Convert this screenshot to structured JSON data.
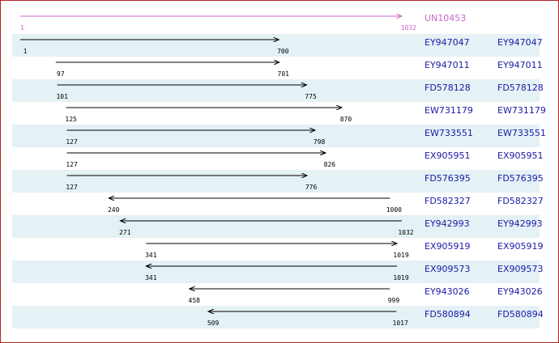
{
  "reference": {
    "label": "UN10453",
    "start": "1",
    "end": "1032",
    "min": 1,
    "max": 1032,
    "color": "#cc66cc"
  },
  "alignments": [
    {
      "id": "EY947047",
      "id2": "EY947047",
      "start": "1",
      "end": "700",
      "from": 1,
      "to": 700,
      "dir": "fwd"
    },
    {
      "id": "EY947011",
      "id2": "EY947011",
      "start": "97",
      "end": "701",
      "from": 97,
      "to": 701,
      "dir": "fwd"
    },
    {
      "id": "FD578128",
      "id2": "FD578128",
      "start": "101",
      "end": "775",
      "from": 101,
      "to": 775,
      "dir": "fwd"
    },
    {
      "id": "EW731179",
      "id2": "EW731179",
      "start": "125",
      "end": "870",
      "from": 125,
      "to": 870,
      "dir": "fwd"
    },
    {
      "id": "EW733551",
      "id2": "EW733551",
      "start": "127",
      "end": "798",
      "from": 127,
      "to": 798,
      "dir": "fwd"
    },
    {
      "id": "EX905951",
      "id2": "EX905951",
      "start": "127",
      "end": "826",
      "from": 127,
      "to": 826,
      "dir": "fwd"
    },
    {
      "id": "FD576395",
      "id2": "FD576395",
      "start": "127",
      "end": "776",
      "from": 127,
      "to": 776,
      "dir": "fwd"
    },
    {
      "id": "FD582327",
      "id2": "FD582327",
      "start": "240",
      "end": "1000",
      "from": 240,
      "to": 1000,
      "dir": "rev"
    },
    {
      "id": "EY942993",
      "id2": "EY942993",
      "start": "271",
      "end": "1032",
      "from": 271,
      "to": 1032,
      "dir": "rev"
    },
    {
      "id": "EX905919",
      "id2": "EX905919",
      "start": "341",
      "end": "1019",
      "from": 341,
      "to": 1019,
      "dir": "fwd"
    },
    {
      "id": "EX909573",
      "id2": "EX909573",
      "start": "341",
      "end": "1019",
      "from": 341,
      "to": 1019,
      "dir": "rev"
    },
    {
      "id": "EY943026",
      "id2": "EY943026",
      "start": "458",
      "end": "999",
      "from": 458,
      "to": 999,
      "dir": "rev"
    },
    {
      "id": "FD580894",
      "id2": "FD580894",
      "start": "509",
      "end": "1017",
      "from": 509,
      "to": 1017,
      "dir": "rev"
    }
  ],
  "colors": {
    "row_shade": "#e4f1f5",
    "link": "#1a1aa6",
    "arrow": "#000000",
    "border": "#b22222"
  }
}
